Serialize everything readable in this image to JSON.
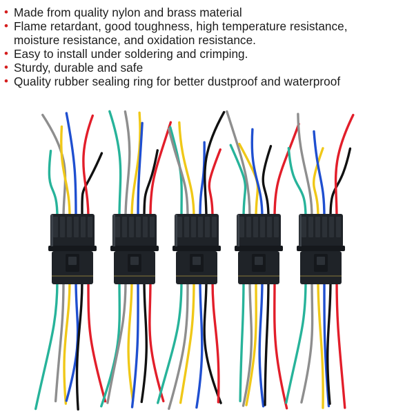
{
  "features": [
    "Made from quality nylon and brass material",
    "Flame retardant, good toughness, high temperature resistance,",
    "moisture resistance, and oxidation resistance.",
    "Easy to install under soldering and crimping.",
    "Sturdy, durable and safe",
    "Quality rubber sealing ring for better dustproof and waterproof"
  ],
  "bullet_symbol": "•",
  "colors": {
    "bullet": "#d51d1d",
    "text": "#1c1c1c",
    "connector_body": "#1f2328",
    "wire_palette": [
      "#27b39a",
      "#8e8e8e",
      "#f0c818",
      "#1f4fd0",
      "#111111",
      "#e21e2a"
    ]
  },
  "product": {
    "connector_count": 5,
    "wires_per_connector": 6,
    "depiction": "waterproof automotive wire connector pigtails"
  }
}
